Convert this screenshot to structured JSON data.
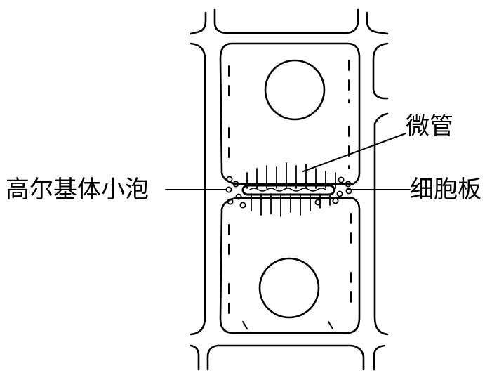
{
  "labels": {
    "golgi_vesicle": "高尔基体小泡",
    "microtubule": "微管",
    "cell_plate": "细胞板"
  },
  "colors": {
    "line": "#000000",
    "background": "#ffffff"
  }
}
